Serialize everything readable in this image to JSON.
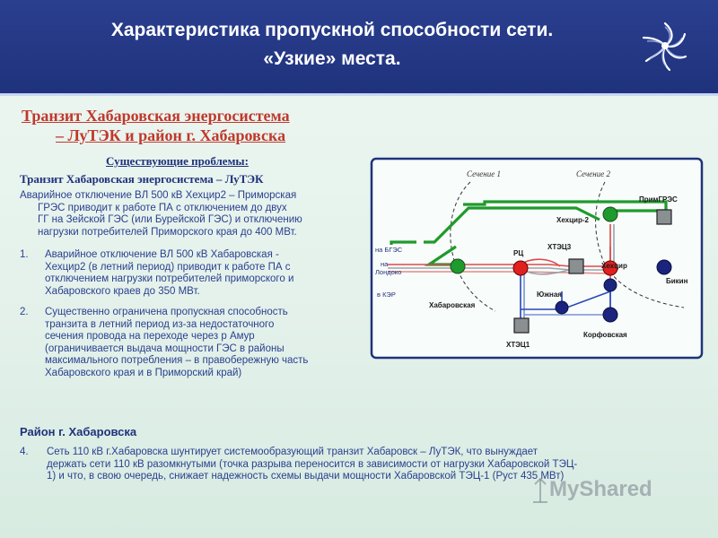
{
  "header": {
    "title_line1": "Характеристика пропускной способности сети.",
    "title_line2": "«Узкие» места."
  },
  "section": {
    "title_line1": "Транзит Хабаровская энергосистема",
    "title_line2": "– ЛуТЭК  и район г. Хабаровска",
    "problems_heading": "Существующие проблемы:",
    "transit_heading": "Транзит Хабаровская энергосистема – ЛуТЭК",
    "intro_lines": [
      "Аварийное отключение ВЛ 500 кВ Хехцир2 – Приморская",
      "ГРЭС приводит  к работе ПА с отключением до двух",
      "ГГ на Зейской ГЭС (или Бурейской ГЭС)  и отключению",
      "нагрузки потребителей  Приморского края до 400 МВт."
    ],
    "items": [
      {
        "num": "1.",
        "lines": [
          "Аварийное отключение ВЛ 500 кВ Хабаровская -",
          "Хехцир2 (в летний период) приводит  к работе ПА с",
          "отключением  нагрузки потребителей приморского и",
          "Хабаровского краев до 350 МВт."
        ]
      },
      {
        "num": "2.",
        "lines": [
          "Существенно ограничена пропускная способность",
          "транзита в летний период  из-за недостаточного",
          "сечения провода на переходе через р Амур",
          "(ограничивается выдача мощности ГЭС в районы",
          "максимального потребления – в правобережную часть",
          "Хабаровского края и в Приморский край)"
        ]
      }
    ],
    "district_heading": "Район г. Хабаровска",
    "item4": {
      "num": "4.",
      "lines": [
        "Сеть 110 кВ  г.Хабаровска   шунтирует системообразующий транзит Хабаровск – ЛуТЭК, что вынуждает",
        "держать сети 110 кВ разомкнутыми (точка разрыва переносится в зависимости от нагрузки Хабаровской ТЭЦ-",
        "1)  и что, в свою очередь, снижает надежность схемы выдачи мощности Хабаровской ТЭЦ-1 (Руст 435 МВт)"
      ]
    }
  },
  "diagram": {
    "section1_label": "Сечение 1",
    "section2_label": "Сечение 2",
    "left_label_1": "на БГЭС",
    "left_label_2": "на",
    "left_label_3": "Лондоко",
    "left_label_4": "в КЭР",
    "nodes": {
      "khabarovskaya": "Хабаровская",
      "rts": "РЦ",
      "khetz3": "ХТЭЦ3",
      "khekhtsir2": "Хехцир-2",
      "primgres": "ПримГРЭС",
      "khekhtsir": "Хехцир",
      "bikin": "Бикин",
      "yuzhnaya": "Южная",
      "korfovskaya": "Корфовская",
      "khetz1": "ХТЭЦ1"
    }
  },
  "watermark": "MyShared",
  "colors": {
    "header_bg": "#1f327c",
    "accent_red": "#c0392b",
    "text_blue": "#2a3f8f",
    "line_green": "#1f9a2c"
  }
}
